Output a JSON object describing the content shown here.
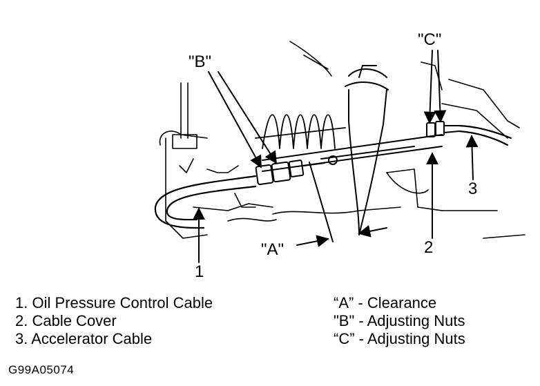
{
  "callouts": {
    "a": "\"A\"",
    "b": "\"B\"",
    "c": "\"C\"",
    "n1": "1",
    "n2": "2",
    "n3": "3"
  },
  "legend_left": [
    "1. Oil Pressure Control Cable",
    "2. Cable Cover",
    "3. Accelerator Cable"
  ],
  "legend_right": [
    "“A” -  Clearance",
    "\"B\" -  Adjusting Nuts",
    "“C” -  Adjusting Nuts"
  ],
  "figure_code": "G99A05074"
}
